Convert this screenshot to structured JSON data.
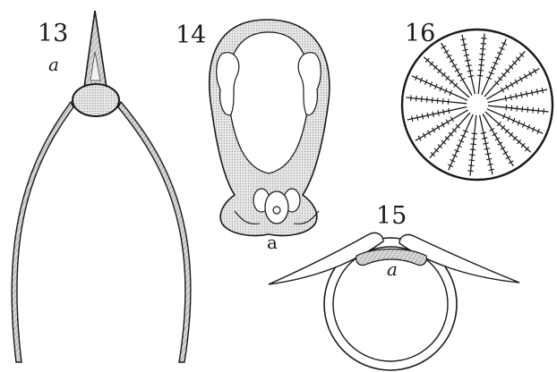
{
  "figures": [
    {
      "number": "13",
      "label": "a"
    },
    {
      "number": "14",
      "label": "a"
    },
    {
      "number": "15",
      "label": "a"
    },
    {
      "number": "16"
    }
  ],
  "colors": {
    "ink": "#1a1a1a",
    "shade": "#c9c9c9",
    "wash": "#e4e4e4",
    "paper": "#ffffff"
  }
}
